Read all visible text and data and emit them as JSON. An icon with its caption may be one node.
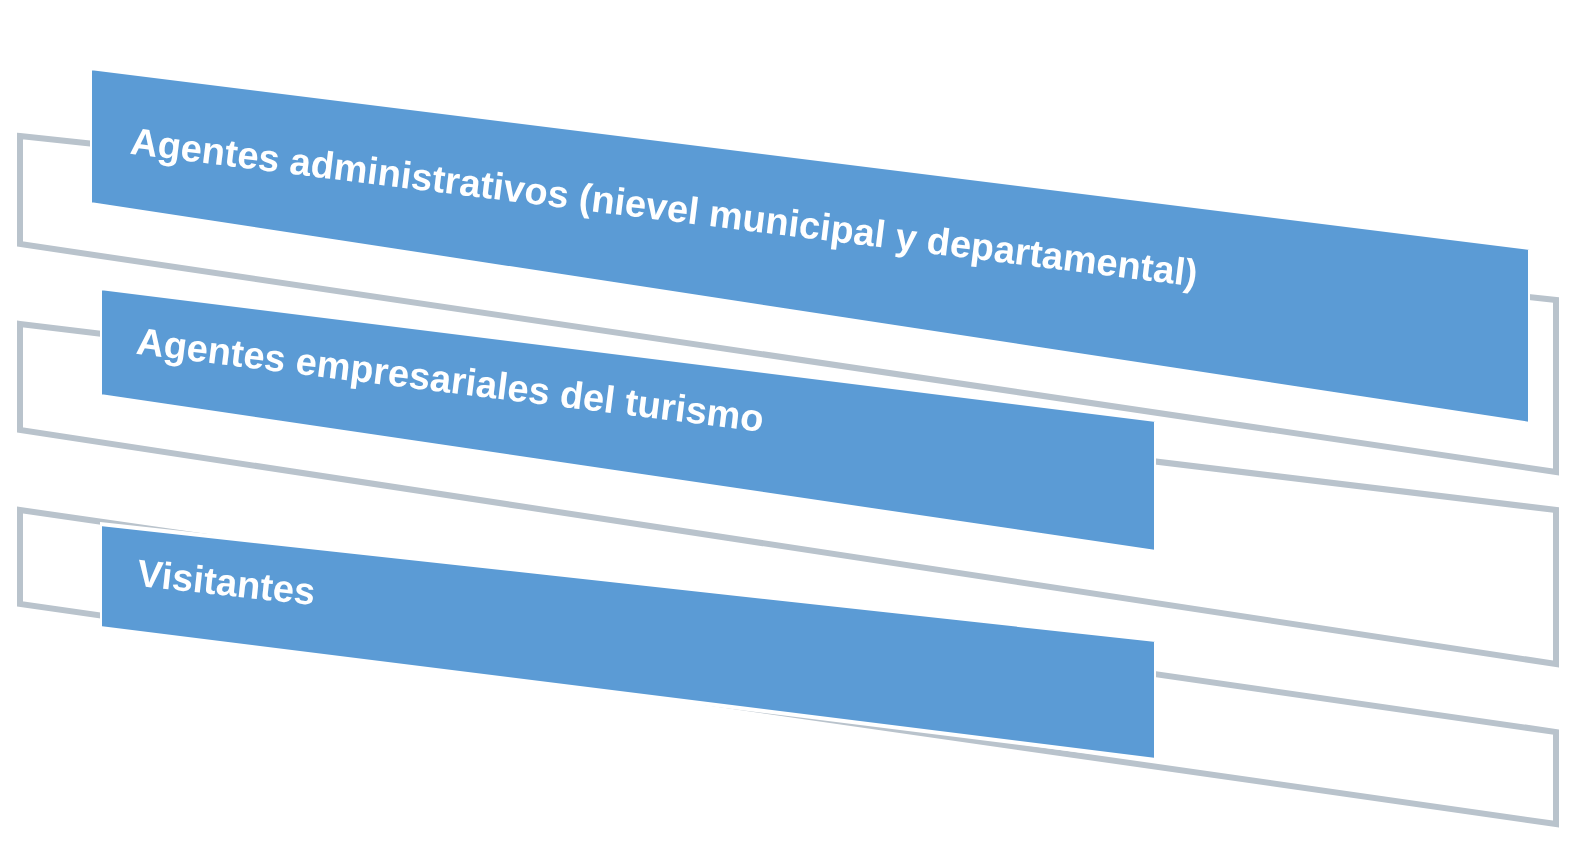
{
  "diagram": {
    "nodes": [
      {
        "text": [
          "Agentes administrativos (nievel municipal y departamental)"
        ]
      },
      {
        "text": [
          "Agentes empresariales del turismo"
        ]
      },
      {
        "text": [
          "Visitantes"
        ]
      }
    ]
  }
}
